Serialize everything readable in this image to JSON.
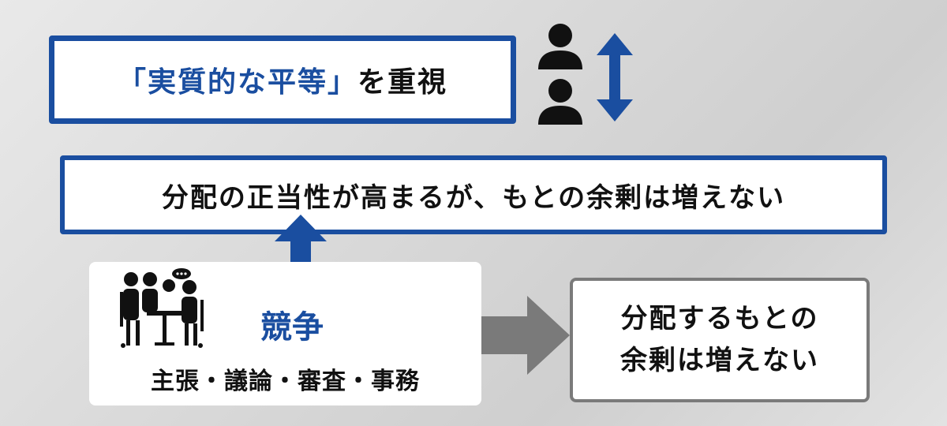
{
  "title": {
    "quoted": "「実質的な平等」",
    "rest": "を重視"
  },
  "main_statement": "分配の正当性が高まるが、もとの余剰は増えない",
  "competition": {
    "label": "競争",
    "activities": "主張・議論・審査・事務"
  },
  "result": {
    "line1": "分配するもとの",
    "line2": "余剰は増えない"
  },
  "icons": {
    "people": "two-people-icon",
    "updown": "up-down-arrow-icon",
    "meeting": "meeting-discussion-icon",
    "arrow_up": "arrow-up-icon",
    "arrow_right": "arrow-right-icon"
  },
  "colors": {
    "accent": "#1a4ea0",
    "gray_arrow": "#7a7a7a",
    "icon": "#111111"
  }
}
